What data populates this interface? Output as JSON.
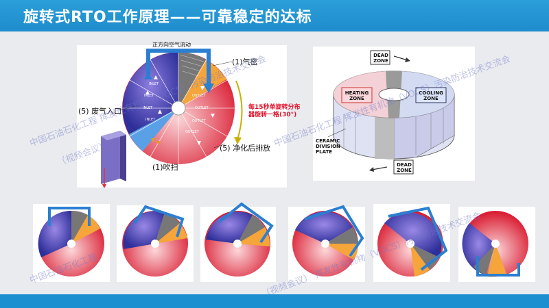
{
  "header": {
    "title": "旋转式RTO工作原理——可靠稳定的达标"
  },
  "main_diagram": {
    "top_label": "正方向空气流动",
    "seal_label": "(1)气密",
    "inlet_label": "(5) 废气入口",
    "rotation_note": "每15秒单旋转分布器旋转一格(30°)",
    "exhaust_label": "(5) 净化后排放",
    "purge_label": "(1)吹扫",
    "sector_inlet": "INLET",
    "sector_outlet": "OUTLET"
  },
  "right_diagram": {
    "dead_zone_label": "DEAD ZONE",
    "heating_zone_label": "HEATING ZONE",
    "cooling_zone_label": "COOLING ZONE",
    "ceramic_label": "CERAMIC DIVISION PLATE"
  },
  "watermark": {
    "line1": "中国石油石化工程",
    "line2": "挥发性有机物（VOCS）污染防治技术交流会",
    "line3": "（视频会议）"
  },
  "colors": {
    "header": "#1f8ccd",
    "purple": "#3a3fae",
    "red": "#e23040",
    "orange": "#f5a53a",
    "arrow": "#2b7fd1"
  }
}
